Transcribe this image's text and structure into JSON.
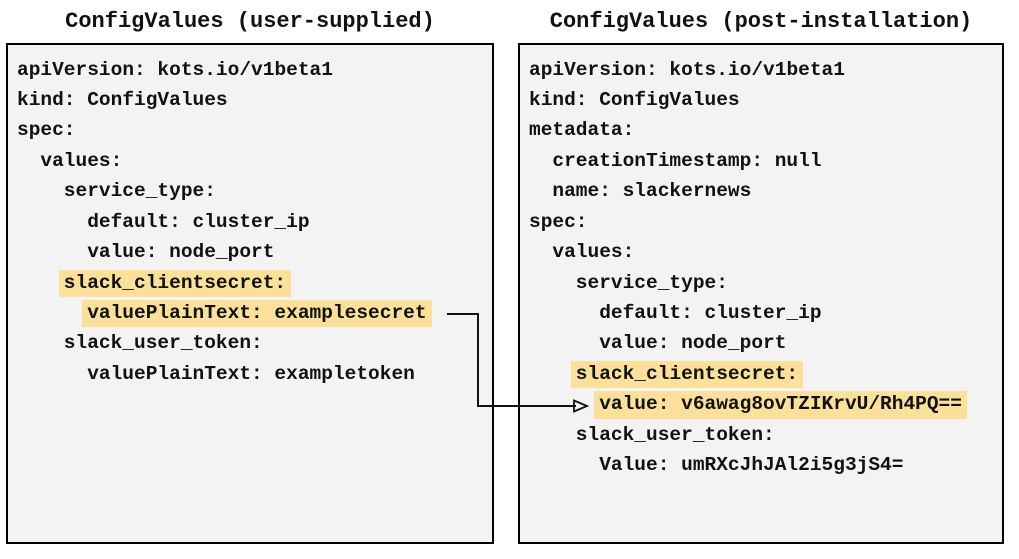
{
  "diagram": {
    "left_panel": {
      "title": "ConfigValues (user-supplied)",
      "lines": [
        {
          "text": "apiVersion: kots.io/v1beta1",
          "indent": 0,
          "highlighted": false
        },
        {
          "text": "kind: ConfigValues",
          "indent": 0,
          "highlighted": false
        },
        {
          "text": "spec:",
          "indent": 0,
          "highlighted": false
        },
        {
          "text": "values:",
          "indent": 2,
          "highlighted": false
        },
        {
          "text": "service_type:",
          "indent": 4,
          "highlighted": false
        },
        {
          "text": "default: cluster_ip",
          "indent": 6,
          "highlighted": false
        },
        {
          "text": "value: node_port",
          "indent": 6,
          "highlighted": false
        },
        {
          "text": "slack_clientsecret:",
          "indent": 4,
          "highlighted": true
        },
        {
          "text": "valuePlainText: examplesecret",
          "indent": 6,
          "highlighted": true
        },
        {
          "text": "slack_user_token:",
          "indent": 4,
          "highlighted": false
        },
        {
          "text": "valuePlainText: exampletoken",
          "indent": 6,
          "highlighted": false
        }
      ]
    },
    "right_panel": {
      "title": "ConfigValues (post-installation)",
      "lines": [
        {
          "text": "apiVersion: kots.io/v1beta1",
          "indent": 0,
          "highlighted": false
        },
        {
          "text": "kind: ConfigValues",
          "indent": 0,
          "highlighted": false
        },
        {
          "text": "metadata:",
          "indent": 0,
          "highlighted": false
        },
        {
          "text": "creationTimestamp: null",
          "indent": 2,
          "highlighted": false
        },
        {
          "text": "name: slackernews",
          "indent": 2,
          "highlighted": false
        },
        {
          "text": "spec:",
          "indent": 0,
          "highlighted": false
        },
        {
          "text": "values:",
          "indent": 2,
          "highlighted": false
        },
        {
          "text": "service_type:",
          "indent": 4,
          "highlighted": false
        },
        {
          "text": "default: cluster_ip",
          "indent": 6,
          "highlighted": false
        },
        {
          "text": "value: node_port",
          "indent": 6,
          "highlighted": false
        },
        {
          "text": "slack_clientsecret:",
          "indent": 4,
          "highlighted": true
        },
        {
          "text": "value: v6awag8ovTZIKrvU/Rh4PQ==",
          "indent": 6,
          "highlighted": true
        },
        {
          "text": "slack_user_token:",
          "indent": 4,
          "highlighted": false
        },
        {
          "text": "Value: umRXcJhJAl2i5g3jS4=",
          "indent": 6,
          "highlighted": false
        }
      ]
    },
    "arrow": {
      "from_line": "valuePlainText: examplesecret",
      "to_line": "value: v6awag8ovTZIKrvU/Rh4PQ==",
      "direction": "left-to-right"
    },
    "colors": {
      "highlight": "#FAE098",
      "panel_bg": "#F3F3F3",
      "panel_border": "#000000",
      "text": "#111111",
      "arrow": "#111111"
    }
  }
}
